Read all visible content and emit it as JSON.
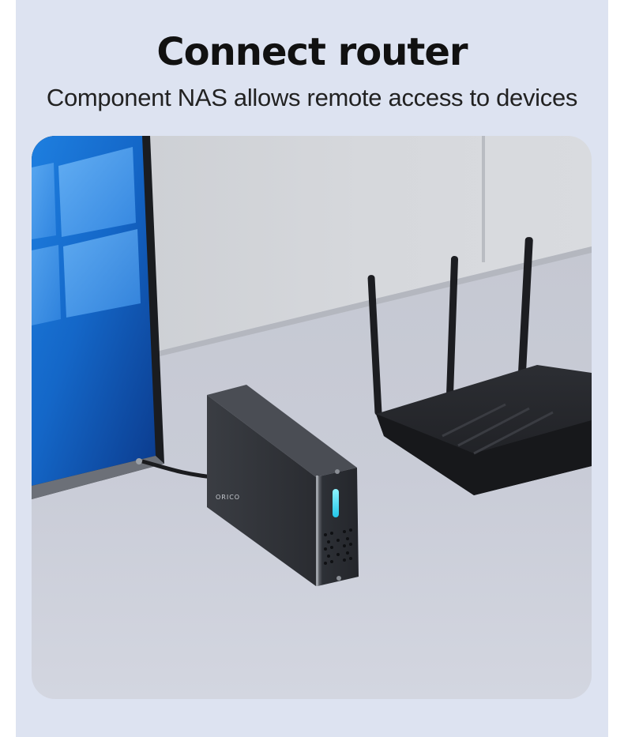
{
  "header": {
    "title": "Connect router",
    "subtitle": "Component NAS allows remote access to devices"
  },
  "product_photo": {
    "brand_mark": "ORICO",
    "depicts": [
      "monitor",
      "nas-enclosure",
      "wifi-router"
    ]
  }
}
